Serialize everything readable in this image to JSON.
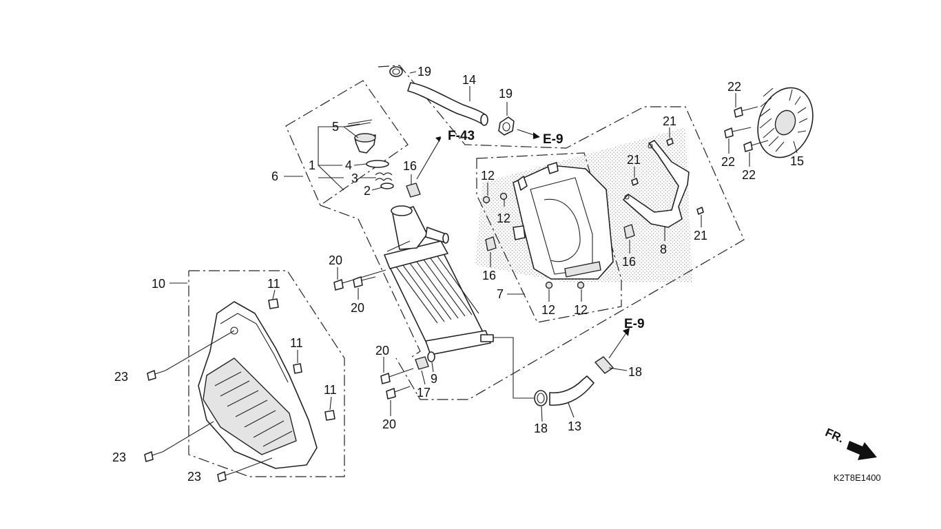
{
  "diagram_code": "K2T8E1400",
  "direction_label": "FR.",
  "refs": {
    "f43": "F-43",
    "e9_top": "E-9",
    "e9_bottom": "E-9"
  },
  "callouts": {
    "c1": "1",
    "c2": "2",
    "c3": "3",
    "c4": "4",
    "c5": "5",
    "c6": "6",
    "c7": "7",
    "c8": "8",
    "c9": "9",
    "c10": "10",
    "c11a": "11",
    "c11b": "11",
    "c11c": "11",
    "c12a": "12",
    "c12b": "12",
    "c12c": "12",
    "c12d": "12",
    "c13": "13",
    "c14": "14",
    "c15": "15",
    "c16a": "16",
    "c16b": "16",
    "c16c": "16",
    "c17": "17",
    "c18a": "18",
    "c18b": "18",
    "c19a": "19",
    "c19b": "19",
    "c20a": "20",
    "c20b": "20",
    "c20c": "20",
    "c20d": "20",
    "c21a": "21",
    "c21b": "21",
    "c21c": "21",
    "c22a": "22",
    "c22b": "22",
    "c22c": "22",
    "c23a": "23",
    "c23b": "23",
    "c23c": "23"
  }
}
